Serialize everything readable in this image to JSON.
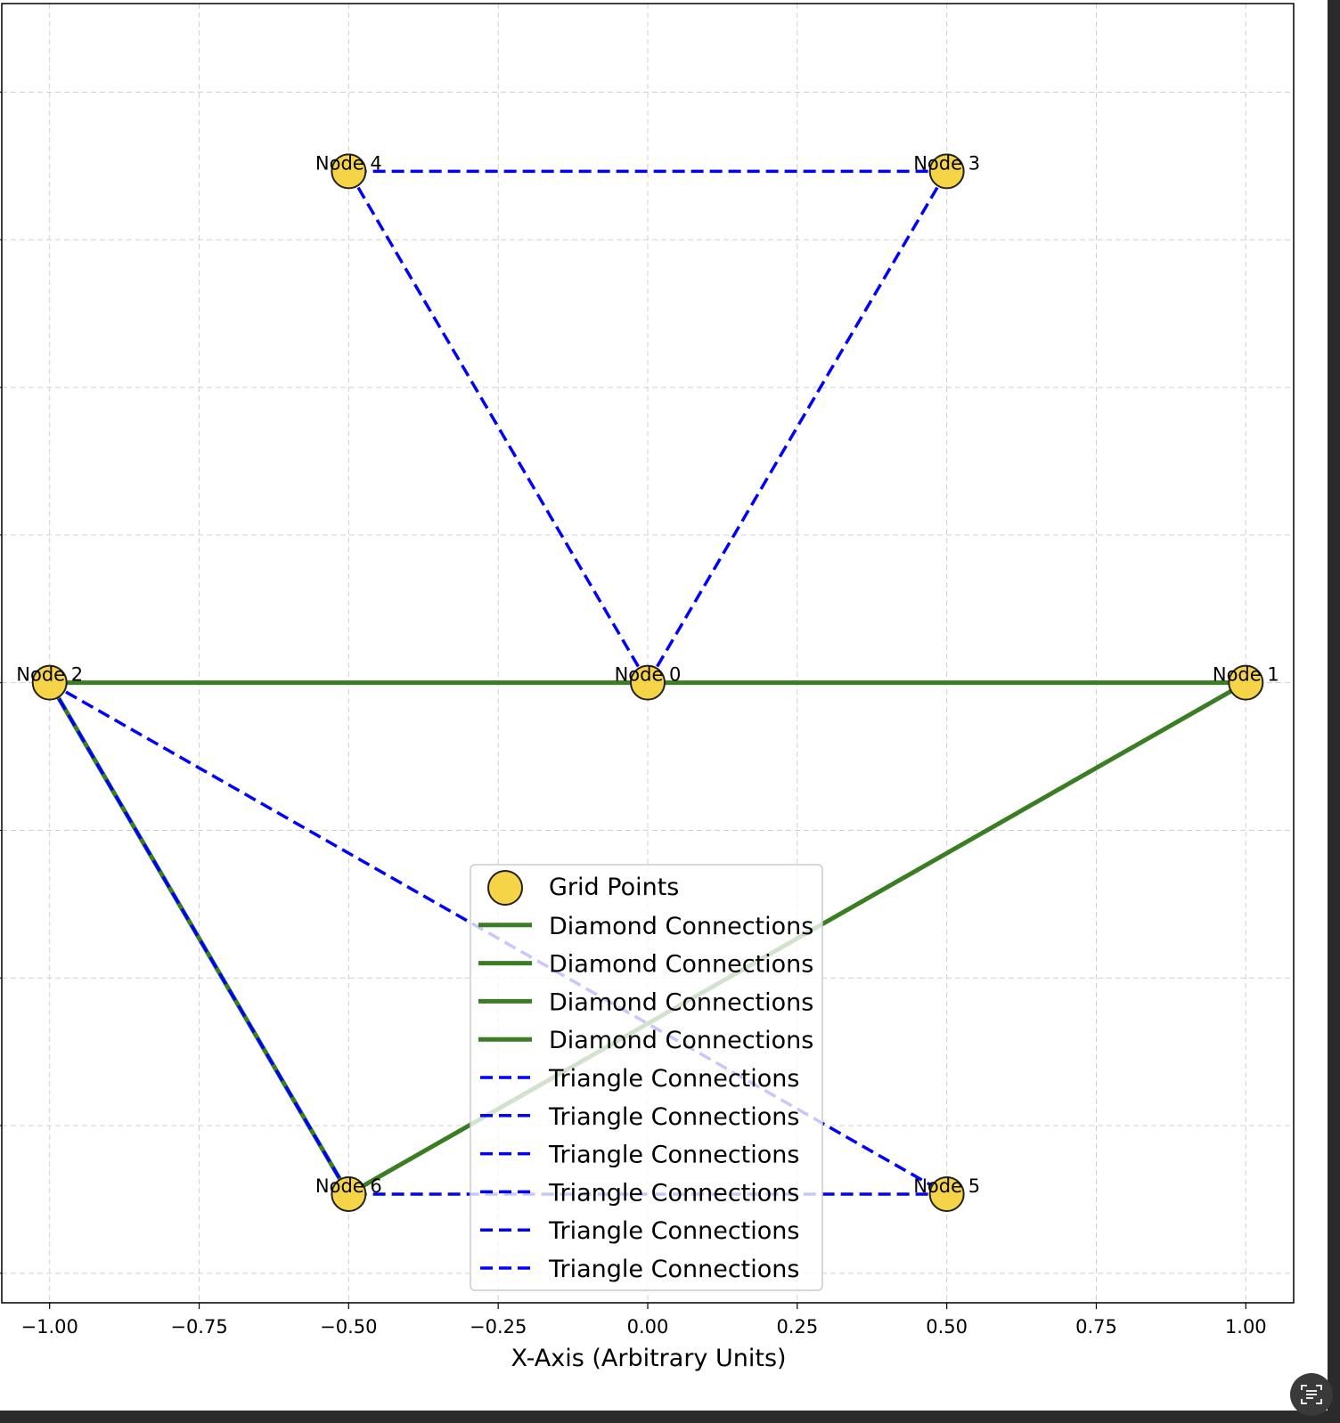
{
  "chart_data": {
    "type": "scatter",
    "xlabel": "X-Axis (Arbitrary Units)",
    "xlim": [
      -1.08,
      1.08
    ],
    "ylim": [
      -1.05,
      1.15
    ],
    "xticks": [
      "−1.00",
      "−0.75",
      "−0.50",
      "−0.25",
      "0.00",
      "0.25",
      "0.50",
      "0.75",
      "1.00"
    ],
    "xtick_values": [
      -1.0,
      -0.75,
      -0.5,
      -0.25,
      0.0,
      0.25,
      0.5,
      0.75,
      1.0
    ],
    "ygrid_values": [
      1.0,
      0.75,
      0.5,
      0.25,
      0.0,
      -0.25,
      -0.5,
      -0.75,
      -1.0
    ],
    "grid": true,
    "nodes": [
      {
        "label": "Node 0",
        "x": 0.0,
        "y": 0.0
      },
      {
        "label": "Node 1",
        "x": 1.0,
        "y": 0.0
      },
      {
        "label": "Node 2",
        "x": -1.0,
        "y": 0.0
      },
      {
        "label": "Node 3",
        "x": 0.5,
        "y": 0.866
      },
      {
        "label": "Node 4",
        "x": -0.5,
        "y": 0.866
      },
      {
        "label": "Node 5",
        "x": 0.5,
        "y": -0.866
      },
      {
        "label": "Node 6",
        "x": -0.5,
        "y": -0.866
      }
    ],
    "series": [
      {
        "name": "Grid Points",
        "style": "marker",
        "color": "#f5d547"
      },
      {
        "name": "Diamond Connections",
        "style": "solid",
        "color": "#3a7d22",
        "edge": [
          0,
          1
        ]
      },
      {
        "name": "Diamond Connections",
        "style": "solid",
        "color": "#3a7d22",
        "edge": [
          0,
          2
        ]
      },
      {
        "name": "Diamond Connections",
        "style": "solid",
        "color": "#3a7d22",
        "edge": [
          1,
          6
        ]
      },
      {
        "name": "Diamond Connections",
        "style": "solid",
        "color": "#3a7d22",
        "edge": [
          2,
          6
        ]
      },
      {
        "name": "Triangle Connections",
        "style": "dashed",
        "color": "#0000ff",
        "edge": [
          0,
          3
        ]
      },
      {
        "name": "Triangle Connections",
        "style": "dashed",
        "color": "#0000ff",
        "edge": [
          0,
          4
        ]
      },
      {
        "name": "Triangle Connections",
        "style": "dashed",
        "color": "#0000ff",
        "edge": [
          3,
          4
        ]
      },
      {
        "name": "Triangle Connections",
        "style": "dashed",
        "color": "#0000ff",
        "edge": [
          2,
          5
        ]
      },
      {
        "name": "Triangle Connections",
        "style": "dashed",
        "color": "#0000ff",
        "edge": [
          2,
          6
        ]
      },
      {
        "name": "Triangle Connections",
        "style": "dashed",
        "color": "#0000ff",
        "edge": [
          5,
          6
        ]
      }
    ],
    "legend_position": "lower-center"
  },
  "colors": {
    "marker_fill": "#f5d547",
    "marker_edge": "#222222",
    "diamond": "#3a7d22",
    "triangle": "#0000ff",
    "grid": "#d0d0d0"
  },
  "icons": {
    "corner": "text-scan-icon"
  }
}
